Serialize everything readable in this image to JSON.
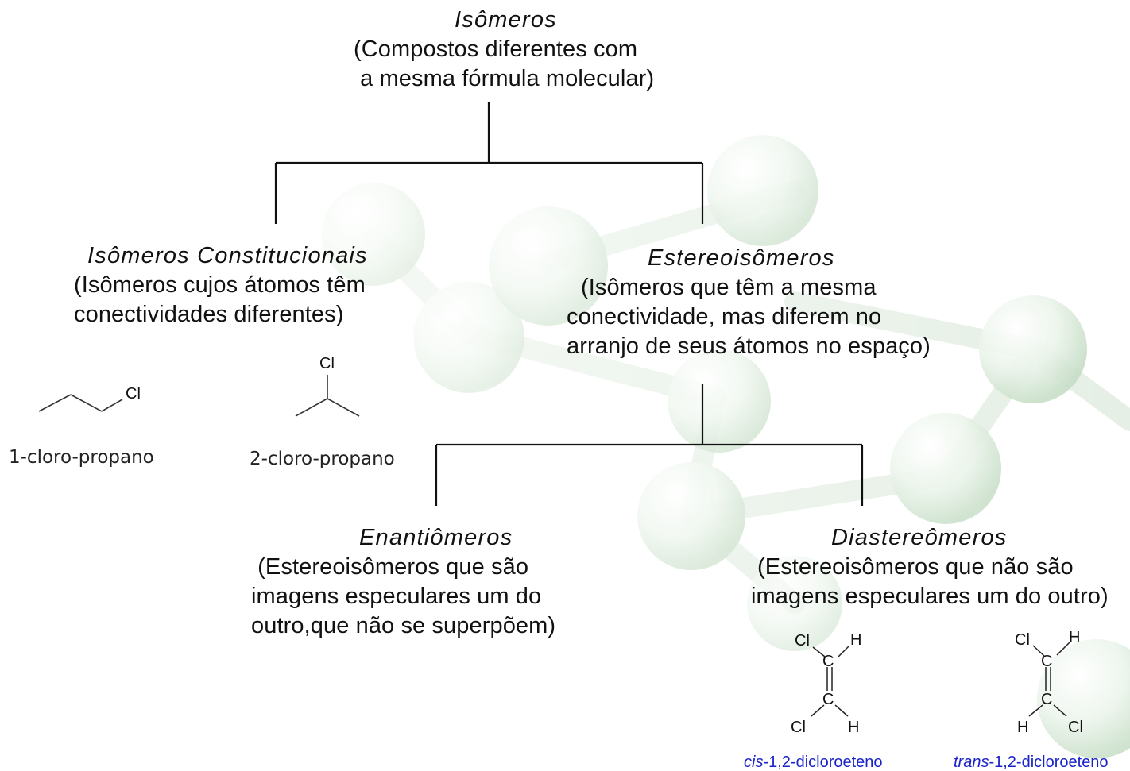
{
  "root": {
    "title": "Isômeros",
    "desc": [
      "(Compostos diferentes com",
      " a mesma fórmula molecular)"
    ]
  },
  "constitutional": {
    "title": "Isômeros Constitucionais",
    "desc": [
      "(Isômeros cujos átomos têm",
      "conectividades diferentes)"
    ],
    "examples": [
      {
        "name": "1-cloro-propano",
        "atom": "Cl"
      },
      {
        "name": "2-cloro-propano",
        "atom": "Cl"
      }
    ]
  },
  "stereo": {
    "title": "Estereoisômeros",
    "desc": [
      "(Isômeros que têm a mesma",
      "conectividade, mas diferem no",
      "arranjo de seus átomos no espaço)"
    ]
  },
  "enantiomers": {
    "title": "Enantiômeros",
    "desc": [
      " (Estereoisômeros que são",
      "imagens especulares um do",
      "outro,que não se superpõem)"
    ]
  },
  "diastereomers": {
    "title": "Diastereômeros",
    "desc": [
      "(Estereoisômeros que não são",
      "imagens especulares um do outro)"
    ],
    "examples": [
      {
        "prefix": "cis",
        "suffix": "-1,2-dicloroeteno",
        "top": [
          "Cl",
          "H"
        ],
        "bottom": [
          "Cl",
          "H"
        ],
        "center": "C"
      },
      {
        "prefix": "trans",
        "suffix": "-1,2-dicloroeteno",
        "top": [
          "Cl",
          "H"
        ],
        "bottom": [
          "H",
          "Cl"
        ],
        "center": "C"
      }
    ]
  },
  "colors": {
    "line": "#111111",
    "caption": "#1a23c8",
    "sphere": "#cfe6cf"
  }
}
